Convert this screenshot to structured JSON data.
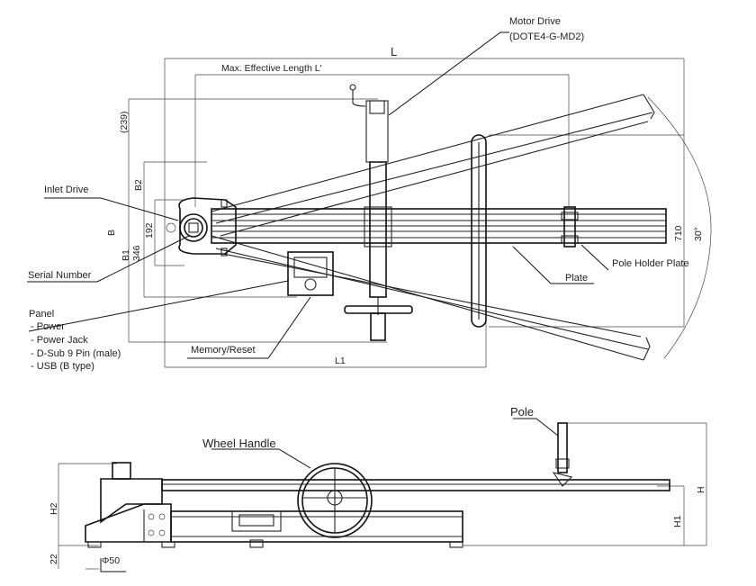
{
  "labels": {
    "motor_drive": "Motor Drive",
    "motor_drive_model": "(DOTE4-G-MD2)",
    "inlet_drive": "Inlet Drive",
    "serial_number": "Serial Number",
    "panel": "Panel",
    "panel_items": [
      "- Power",
      "- Power Jack",
      "- D-Sub 9 Pin (male)",
      "- USB (B type)"
    ],
    "memory_reset": "Memory/Reset",
    "plate": "Plate",
    "pole_holder_plate": "Pole Holder Plate",
    "pole": "Pole",
    "wheel_handle": "Wheel Handle"
  },
  "dimensions": {
    "L": "L",
    "max_effective_length": "Max. Effective Length L'",
    "d239": "(239)",
    "B2": "B2",
    "B": "B",
    "B1": "B1",
    "d192": "192",
    "d346": "346",
    "d710": "710",
    "angle": "30°",
    "L1": "L1",
    "H": "H",
    "H1": "H1",
    "H2": "H2",
    "d22": "22",
    "phi50": "Φ50"
  }
}
